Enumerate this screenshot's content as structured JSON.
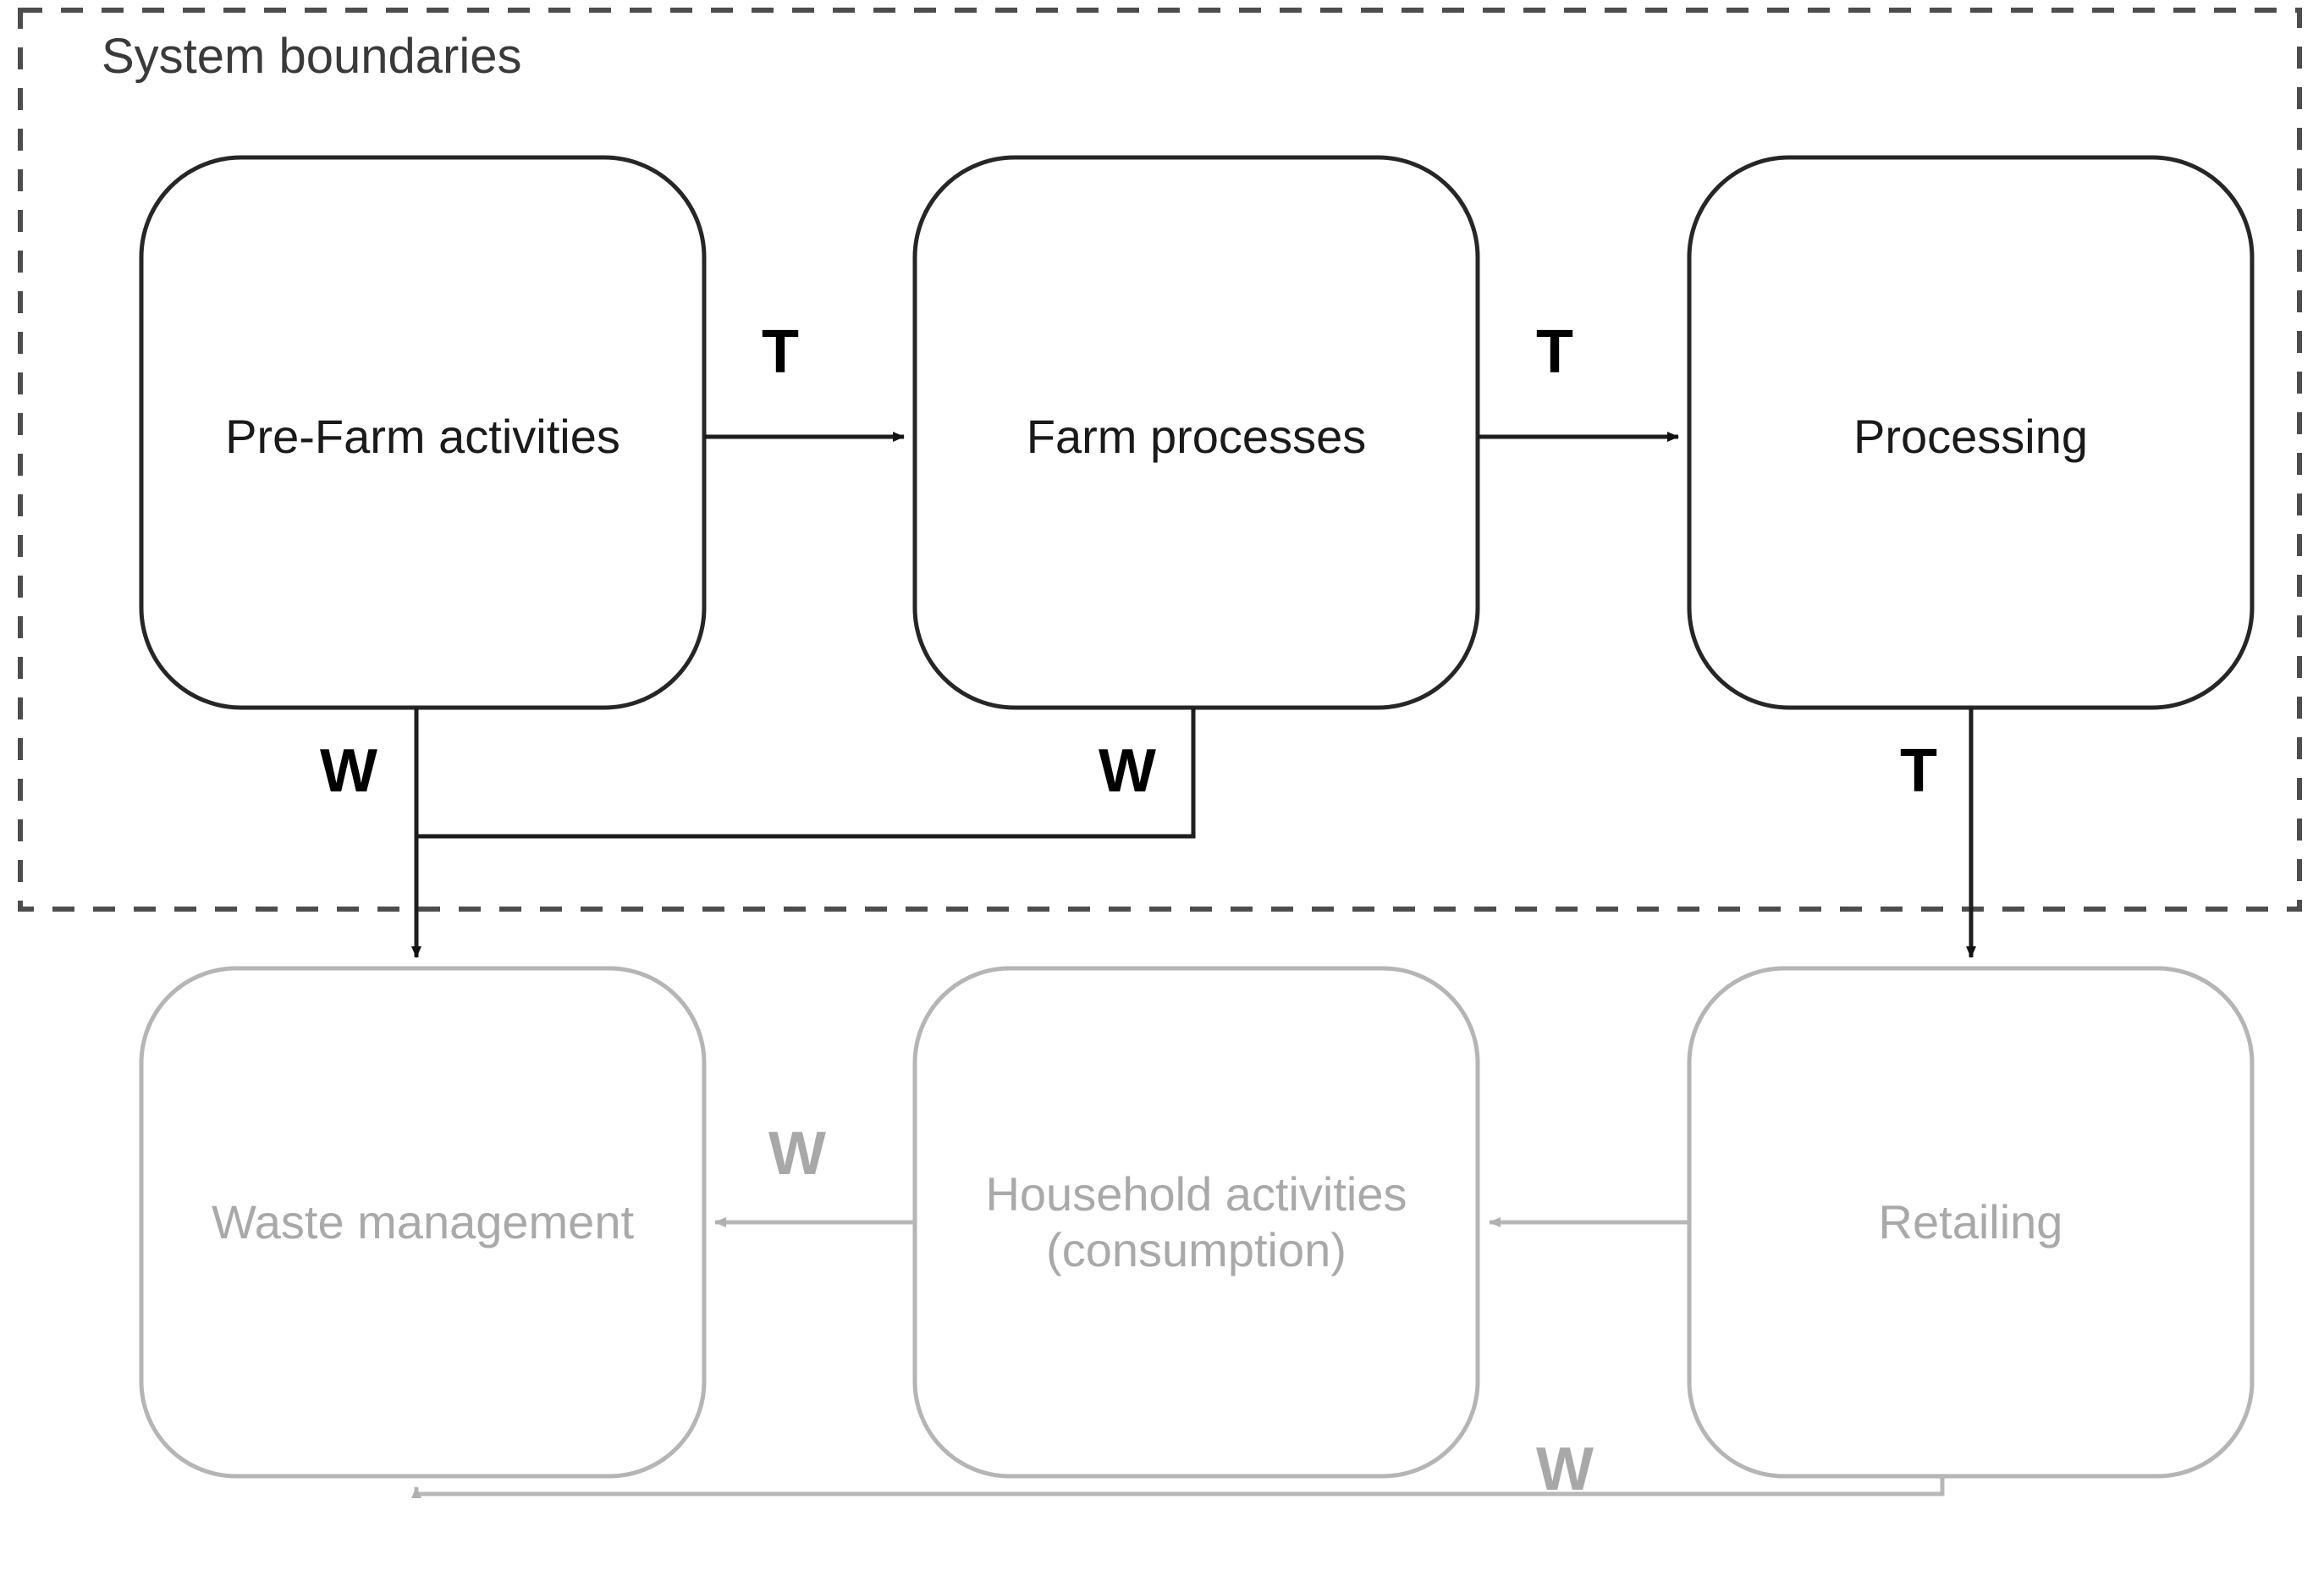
{
  "diagram": {
    "title": "System boundaries",
    "boundary": {
      "label": "System boundaries",
      "style": "dashed-rectangle",
      "color": "#4d4d4d"
    },
    "colors": {
      "in_scope_stroke": "#262626",
      "in_scope_text": "#1a1a1a",
      "out_of_scope_stroke": "#b5b5b5",
      "out_of_scope_text": "#a9a9a9",
      "flow_label_dark": "#000000",
      "flow_label_light": "#a8a8a8",
      "boundary_dash": "#4d4d4d",
      "background": "#ffffff"
    },
    "nodes": [
      {
        "id": "pre-farm",
        "label": "Pre-Farm activities",
        "scope": "inside",
        "row": "upper"
      },
      {
        "id": "farm",
        "label": "Farm processes",
        "scope": "inside",
        "row": "upper"
      },
      {
        "id": "processing",
        "label": "Processing",
        "scope": "inside",
        "row": "upper"
      },
      {
        "id": "waste",
        "label": "Waste management",
        "scope": "outside",
        "row": "lower"
      },
      {
        "id": "household",
        "label": "Household activities\n(consumption)",
        "scope": "outside",
        "row": "lower"
      },
      {
        "id": "retailing",
        "label": "Retailing",
        "scope": "outside",
        "row": "lower"
      }
    ],
    "flows": [
      {
        "id": "t1",
        "label": "T",
        "from": "pre-farm",
        "to": "farm",
        "style": "dark"
      },
      {
        "id": "t2",
        "label": "T",
        "from": "farm",
        "to": "processing",
        "style": "dark"
      },
      {
        "id": "w1",
        "label": "W",
        "from": "pre-farm",
        "to": "waste",
        "style": "dark"
      },
      {
        "id": "w2",
        "label": "W",
        "from": "farm",
        "to": "waste",
        "style": "dark"
      },
      {
        "id": "t3",
        "label": "T",
        "from": "processing",
        "to": "retailing",
        "style": "dark"
      },
      {
        "id": "w3",
        "label": "W",
        "from": "household",
        "to": "waste",
        "style": "light"
      },
      {
        "id": "r1",
        "label": "",
        "from": "retailing",
        "to": "household",
        "style": "light"
      },
      {
        "id": "w4",
        "label": "W",
        "from": "retailing",
        "to": "waste",
        "style": "light"
      }
    ],
    "legend": {
      "T": "T",
      "W": "W"
    }
  }
}
